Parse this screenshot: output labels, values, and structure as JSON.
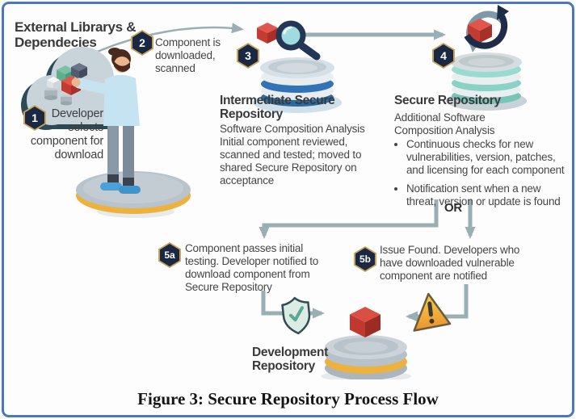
{
  "figure_caption": "Figure 3: Secure Repository Process Flow",
  "colors": {
    "border": "#4b77bb",
    "arrow": "#9aafb3",
    "hex-fill": "#1b2844",
    "hex-ring": "#c9a35a",
    "ink": "#3a3a3a",
    "body": "#454545",
    "accent-red": "#c0392f",
    "accent-yellow": "#edb23e",
    "teal-band": "#8ad2c6",
    "blue-band": "#3173b4"
  },
  "diagram": {
    "external_libs": {
      "title": "External Librarys & Dependecies"
    },
    "step1": {
      "badge": "1",
      "lines": [
        "Developer",
        "selects",
        "component for",
        "download"
      ]
    },
    "step2": {
      "badge": "2",
      "text": "Component is downloaded, scanned"
    },
    "step3": {
      "badge": "3",
      "title": "Intermediate Secure Repository",
      "body": "Software Composition Analysis Initial component reviewed, scanned and tested; moved to shared Secure Repository on acceptance"
    },
    "step4": {
      "badge": "4",
      "title": "Secure Repository",
      "subtitle": "Additional Software Composition Analysis",
      "bullets": [
        "Continuous checks for new vulnerabilities, version, patches, and licensing for each component",
        "Notification sent when a new threat, version or update is found"
      ]
    },
    "or_label": "OR",
    "step5a": {
      "badge": "5a",
      "text": "Component passes initial testing. Developer notified to download component from Secure Repository"
    },
    "step5b": {
      "badge": "5b",
      "text": "Issue Found. Developers who have downloaded vulnerable component are notified"
    },
    "development_repo": {
      "title": "Development Repository"
    }
  },
  "icons": {
    "cloud": "external-libraries-cloud",
    "developer": "developer-figure",
    "magnifier": "scan-magnifier",
    "refresh": "continuous-check-arrows",
    "shield_check": "pass-shield",
    "warning": "issue-warning-triangle",
    "component_cube": "component-cube",
    "repository": "repository-stack"
  }
}
